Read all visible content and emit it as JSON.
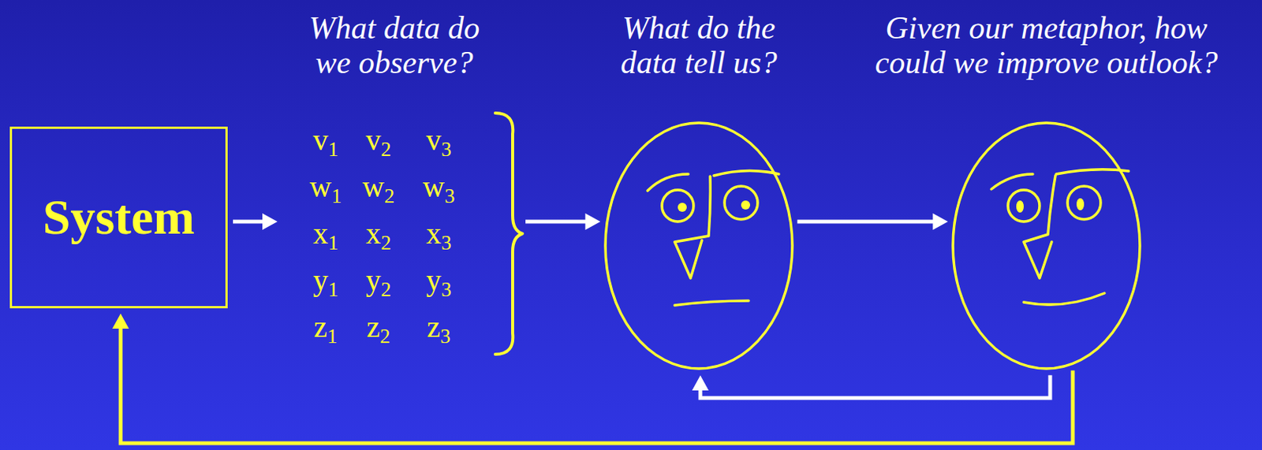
{
  "diagram": {
    "nodes": [
      {
        "text": [
          "System"
        ]
      },
      {
        "text": [
          "What data do we observe?"
        ]
      },
      {
        "text": [
          "What do the data tell us?"
        ]
      },
      {
        "text": [
          "Given our metaphor, how could we improve outlook?"
        ]
      }
    ],
    "edges": [
      {
        "from": 0,
        "to": 1,
        "arrow": "to"
      },
      {
        "from": 1,
        "to": 2,
        "arrow": "to"
      },
      {
        "from": 2,
        "to": 3,
        "arrow": "to"
      },
      {
        "from": 3,
        "to": 2,
        "arrow": "to"
      },
      {
        "from": 3,
        "to": 0,
        "arrow": "to"
      }
    ],
    "labels": [
      "v1",
      "v2",
      "v3",
      "w1",
      "w2",
      "w3",
      "x1",
      "x2",
      "x3",
      "y1",
      "y2",
      "y3",
      "z1",
      "z2",
      "z3"
    ]
  }
}
